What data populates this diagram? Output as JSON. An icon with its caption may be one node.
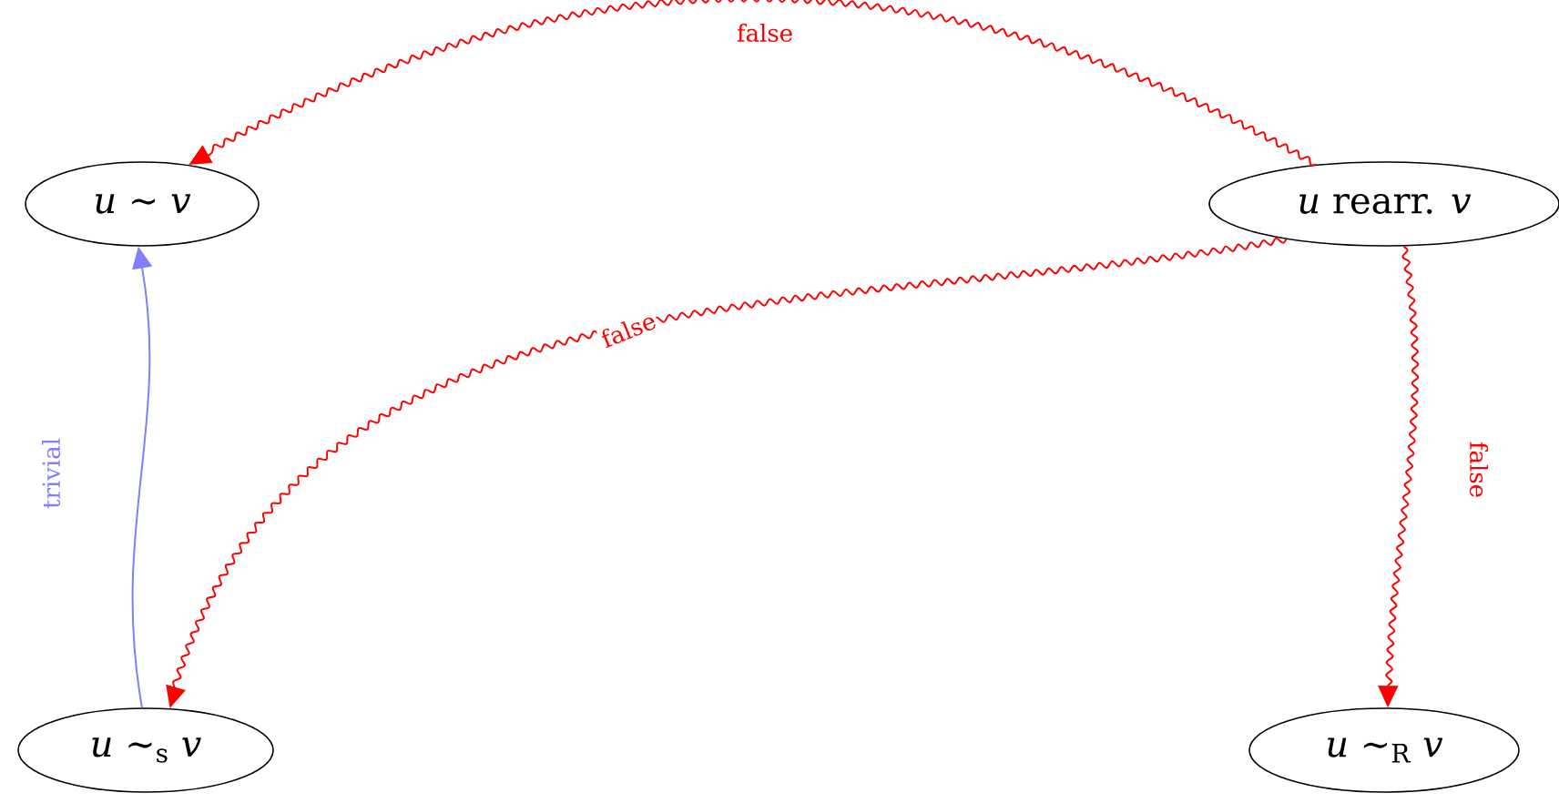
{
  "diagram": {
    "nodes": [
      {
        "text": [
          "*u* ∼ *v*"
        ]
      },
      {
        "text": [
          "*u* rearr. *v*"
        ]
      },
      {
        "text": [
          "*u* ∼$_{s}$ *v*"
        ]
      },
      {
        "text": [
          "*u* ∼$_{R}$ *v*"
        ]
      }
    ],
    "edges": [
      {
        "from": 1,
        "to": 0,
        "arrow": "to",
        "label": "false",
        "color": "#ff0000"
      },
      {
        "from": 1,
        "to": 2,
        "arrow": "to",
        "label": "false",
        "color": "#ff0000"
      },
      {
        "from": 1,
        "to": 3,
        "arrow": "to",
        "label": "false",
        "color": "#ff0000"
      },
      {
        "from": 2,
        "to": 0,
        "arrow": "to",
        "label": "trivial",
        "color": "#8080ff"
      }
    ]
  }
}
